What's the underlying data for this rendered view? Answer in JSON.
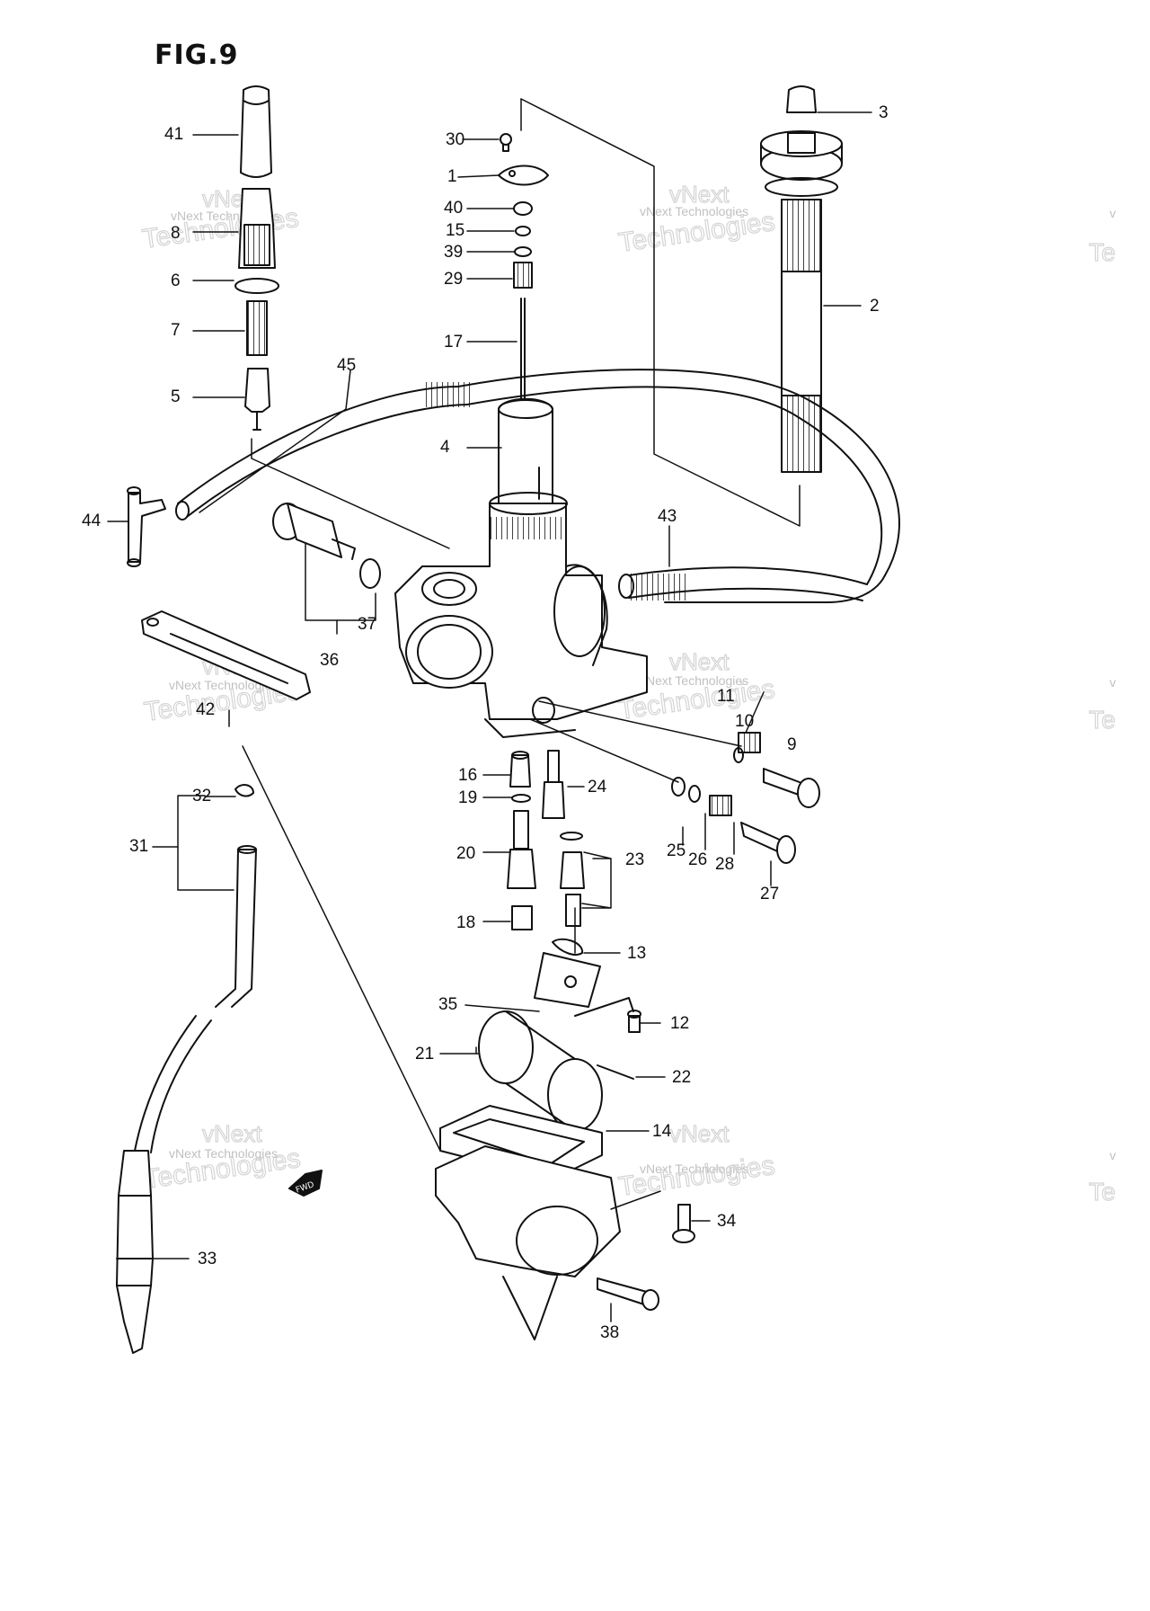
{
  "figure": {
    "title": "FIG.9",
    "fwd_label": "FWD"
  },
  "watermark": {
    "line1": "vNext",
    "line2": "vNext Technologies",
    "line3": "Technologies",
    "edge_letter": "v",
    "edge_word": "Te"
  },
  "callouts": [
    {
      "id": "41",
      "text": "41"
    },
    {
      "id": "8",
      "text": "8"
    },
    {
      "id": "6",
      "text": "6"
    },
    {
      "id": "7",
      "text": "7"
    },
    {
      "id": "5",
      "text": "5"
    },
    {
      "id": "45",
      "text": "45"
    },
    {
      "id": "44",
      "text": "44"
    },
    {
      "id": "36",
      "text": "36"
    },
    {
      "id": "37",
      "text": "37"
    },
    {
      "id": "42",
      "text": "42"
    },
    {
      "id": "30",
      "text": "30"
    },
    {
      "id": "1",
      "text": "1"
    },
    {
      "id": "40",
      "text": "40"
    },
    {
      "id": "15",
      "text": "15"
    },
    {
      "id": "39",
      "text": "39"
    },
    {
      "id": "29",
      "text": "29"
    },
    {
      "id": "17",
      "text": "17"
    },
    {
      "id": "4",
      "text": "4"
    },
    {
      "id": "3",
      "text": "3"
    },
    {
      "id": "2",
      "text": "2"
    },
    {
      "id": "43",
      "text": "43"
    },
    {
      "id": "11",
      "text": "11"
    },
    {
      "id": "10",
      "text": "10"
    },
    {
      "id": "9",
      "text": "9"
    },
    {
      "id": "16",
      "text": "16"
    },
    {
      "id": "24",
      "text": "24"
    },
    {
      "id": "19",
      "text": "19"
    },
    {
      "id": "20",
      "text": "20"
    },
    {
      "id": "23",
      "text": "23"
    },
    {
      "id": "18",
      "text": "18"
    },
    {
      "id": "25",
      "text": "25"
    },
    {
      "id": "26",
      "text": "26"
    },
    {
      "id": "28",
      "text": "28"
    },
    {
      "id": "27",
      "text": "27"
    },
    {
      "id": "13",
      "text": "13"
    },
    {
      "id": "35",
      "text": "35"
    },
    {
      "id": "12",
      "text": "12"
    },
    {
      "id": "21",
      "text": "21"
    },
    {
      "id": "22",
      "text": "22"
    },
    {
      "id": "14",
      "text": "14"
    },
    {
      "id": "34",
      "text": "34"
    },
    {
      "id": "38",
      "text": "38"
    },
    {
      "id": "32",
      "text": "32"
    },
    {
      "id": "31",
      "text": "31"
    },
    {
      "id": "33",
      "text": "33"
    }
  ]
}
